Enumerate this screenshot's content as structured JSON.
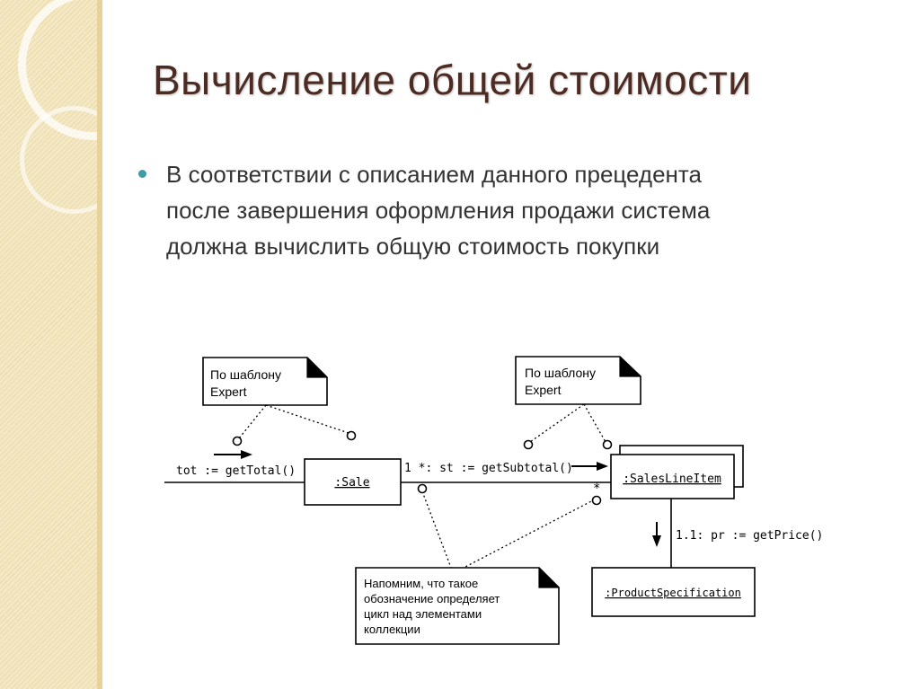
{
  "slide": {
    "title": "Вычисление общей стоимости",
    "bullet": {
      "lines": [
        "В соответствии с описанием данного прецедента",
        "после завершения оформления продажи система",
        "должна вычислить общую стоимость покупки"
      ]
    }
  },
  "diagram": {
    "note_left": {
      "lines": [
        "По шаблону",
        "Expert"
      ]
    },
    "note_right": {
      "lines": [
        "По шаблону",
        "Expert"
      ]
    },
    "note_bottom": {
      "lines": [
        "Напомним, что такое",
        "обозначение определяет",
        "цикл над элементами",
        "коллекции"
      ]
    },
    "sale": ":Sale",
    "sales_line_item": ":SalesLineItem",
    "product_specification": ":ProductSpecification",
    "msg_get_total": "tot := getTotal()",
    "msg_get_subtotal": "1 *: st := getSubtotal()",
    "msg_get_price": "1.1: pr := getPrice()",
    "multiplicity": "*"
  }
}
